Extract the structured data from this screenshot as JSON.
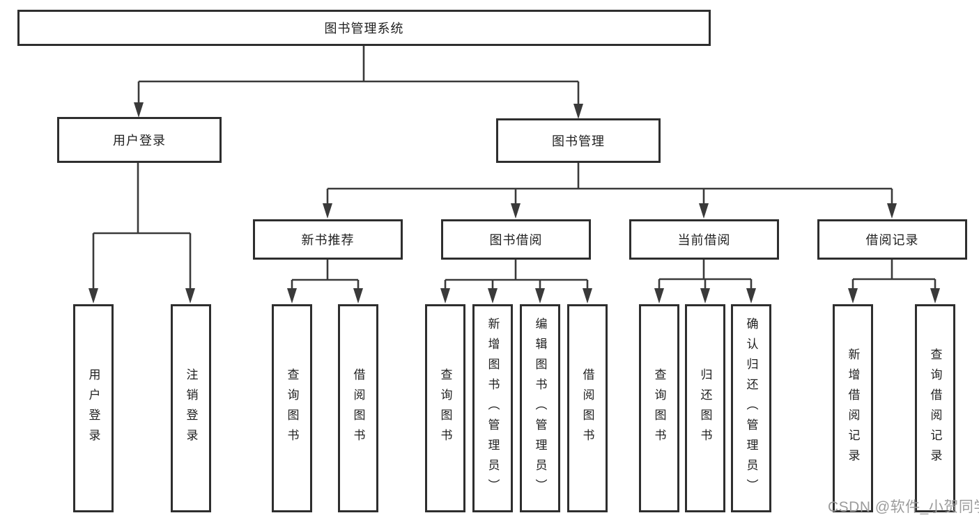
{
  "colors": {
    "line": "#3a3a3a",
    "box-border": "#2e2e2e",
    "text": "#1f1f1f",
    "watermark": "#9c9c9c",
    "bg": "#ffffff"
  },
  "nodes": {
    "root": "图书管理系统",
    "user_login": "用户登录",
    "book_mgmt": "图书管理",
    "new_book_rec": "新书推荐",
    "book_borrow": "图书借阅",
    "current_borrow": "当前借阅",
    "borrow_record": "借阅记录",
    "leaf_user_login": "用户登录",
    "leaf_logout": "注销登录",
    "leaf_nb_query": "查询图书",
    "leaf_nb_borrow": "借阅图书",
    "leaf_bb_query": "查询图书",
    "leaf_bb_add": "新增图书（管理员）",
    "leaf_bb_edit": "编辑图书（管理员）",
    "leaf_bb_borrow": "借阅图书",
    "leaf_cb_query": "查询图书",
    "leaf_cb_return": "归还图书",
    "leaf_cb_confirm": "确认归还（管理员）",
    "leaf_br_add": "新增借阅记录",
    "leaf_br_query": "查询借阅记录"
  },
  "watermark": {
    "text": "CSDN @软件_小贺同学"
  }
}
